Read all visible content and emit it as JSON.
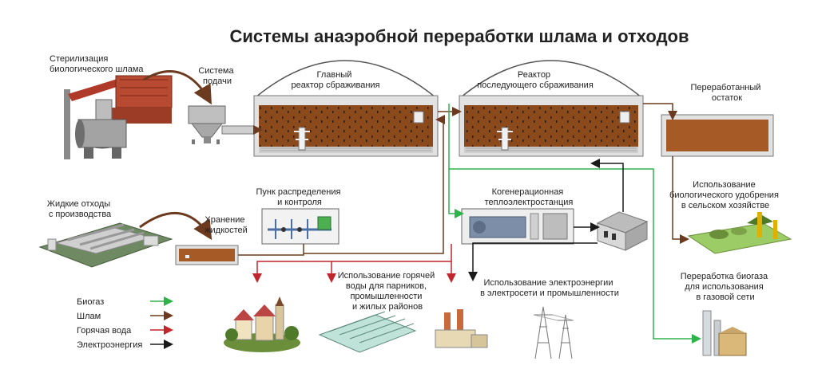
{
  "title": "Системы анаэробной переработки шлама и отходов",
  "labels": {
    "sterilization": [
      "Стерилизация",
      "биологического шлама"
    ],
    "feed_system": [
      "Система",
      "подачи"
    ],
    "main_reactor": [
      "Главный",
      "реактор сбраживания"
    ],
    "post_reactor": [
      "Реактор",
      "последующего сбраживания"
    ],
    "processed_residue": [
      "Переработанный",
      "остаток"
    ],
    "liquid_waste": [
      "Жидкие отходы",
      "с производства"
    ],
    "liquid_storage": [
      "Хранение",
      "жидкостей"
    ],
    "distribution_point": [
      "Пунк распределения",
      "и контроля"
    ],
    "chp": [
      "Когенерационная",
      "теплоэлектростанция"
    ],
    "fertilizer_use": [
      "Использование",
      "биологического удобрения",
      "в сельском хозяйстве"
    ],
    "hot_water_use": [
      "Использование горячей",
      "воды для парников,",
      "промышленности",
      "и жилых районов"
    ],
    "electricity_use": [
      "Использование электроэнергии",
      "в электросети и промышленности"
    ],
    "biogas_processing": [
      "Переработка биогаза",
      "для использования",
      "в газовой сети"
    ]
  },
  "legend": [
    {
      "label": "Биогаз",
      "color": "#2db34a"
    },
    {
      "label": "Шлам",
      "color": "#6b3a1f"
    },
    {
      "label": "Горячая вода",
      "color": "#c0272d"
    },
    {
      "label": "Электроэнергия",
      "color": "#1a1a1a"
    }
  ],
  "colors": {
    "sludge": "#8a4a1c",
    "sludge_light": "#a65a25",
    "tank_wall": "#d9d9d9",
    "dome": "#555555"
  }
}
